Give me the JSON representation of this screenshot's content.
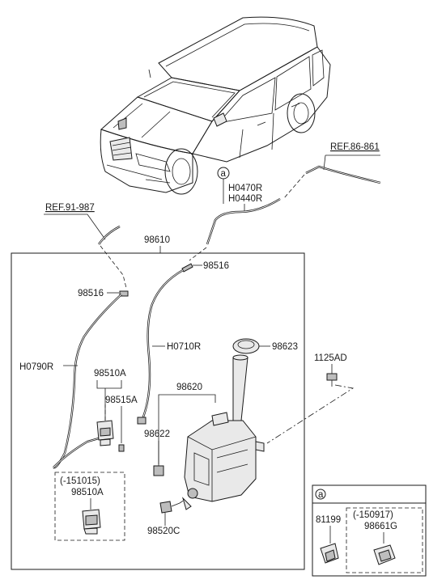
{
  "labels": {
    "ref_86_861": "REF.86-861",
    "h0470r": "H0470R",
    "h0440r": "H0440R",
    "circle_a": "a",
    "ref_91_987": "REF.91-987",
    "p98610": "98610",
    "p98516_right": "98516",
    "p98516_left": "98516",
    "h0710r": "H0710R",
    "p98623": "98623",
    "h0790r": "H0790R",
    "p98510a": "98510A",
    "p98515a": "98515A",
    "p98620": "98620",
    "p98622": "98622",
    "p1125ad": "1125AD",
    "variant_151015": "(-151015)",
    "variant_98510a": "98510A",
    "p98520c": "98520C"
  },
  "detail_box": {
    "header": "a",
    "p81199": "81199",
    "variant_150917": "(-150917)",
    "p98661g": "98661G"
  }
}
